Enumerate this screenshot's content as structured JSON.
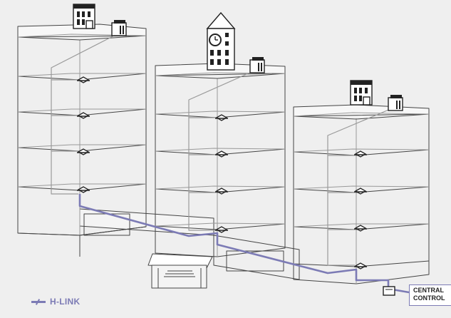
{
  "legend": {
    "label": "H-LINK"
  },
  "callout": {
    "line1": "CENTRAL",
    "line2": "CONTROL"
  },
  "colors": {
    "background": "#efefef",
    "building_line": "#444444",
    "riser_line": "#9a9a9a",
    "hlink": "#7c7bb5"
  },
  "icons": [
    "office-building-icon",
    "clock-tower-icon",
    "outdoor-unit-icon",
    "indoor-unit-icon",
    "central-controller-icon"
  ]
}
